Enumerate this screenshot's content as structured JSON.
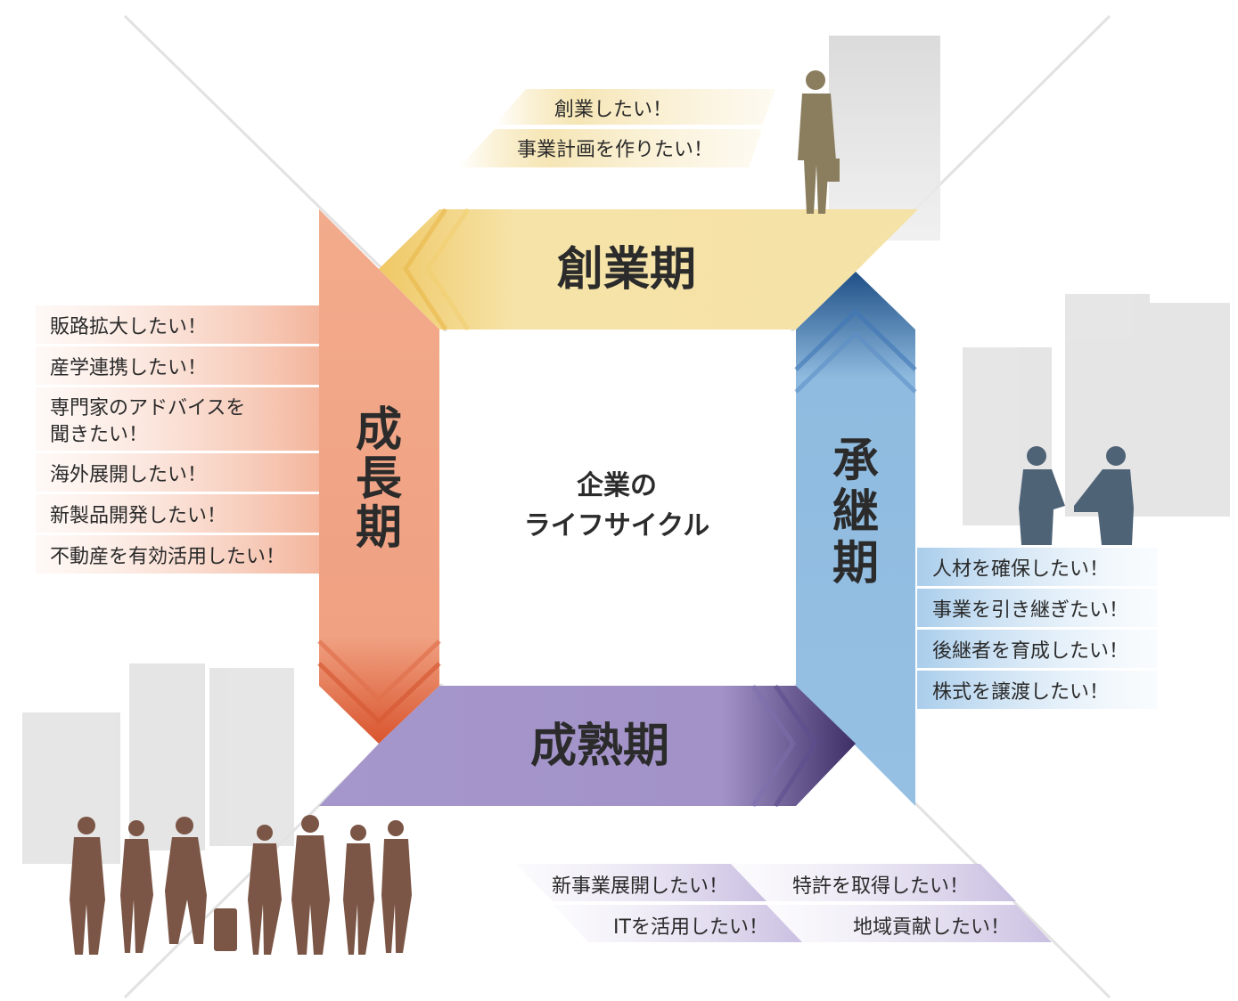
{
  "center": {
    "line1": "企業の",
    "line2": "ライフサイクル"
  },
  "stages": {
    "founding": {
      "label": "創業期",
      "color": "#f3dfa0",
      "items": [
        "創業したい！",
        "事業計画を作りたい！"
      ]
    },
    "growth": {
      "label_chars": [
        "成",
        "長",
        "期"
      ],
      "color": "#f0a182",
      "items": [
        "販路拡大したい！",
        "産学連携したい！",
        "専門家のアドバイスを",
        "聞きたい！",
        "海外展開したい！",
        "新製品開発したい！",
        "不動産を有効活用したい！"
      ]
    },
    "succession": {
      "label_chars": [
        "承",
        "継",
        "期"
      ],
      "color": "#8fbbe0",
      "items": [
        "人材を確保したい！",
        "事業を引き継ぎたい！",
        "後継者を育成したい！",
        "株式を譲渡したい！"
      ]
    },
    "maturity": {
      "label": "成熟期",
      "color": "#a898cc",
      "items": [
        "新事業展開したい！",
        "特許を取得したい！",
        "ITを活用したい！",
        "地域貢献したい！"
      ]
    }
  },
  "colors": {
    "silhouette_brown": "#7b5545",
    "silhouette_olive": "#8a7e5e",
    "silhouette_slate": "#4f6377",
    "building_gray": "#dcdcdc"
  }
}
